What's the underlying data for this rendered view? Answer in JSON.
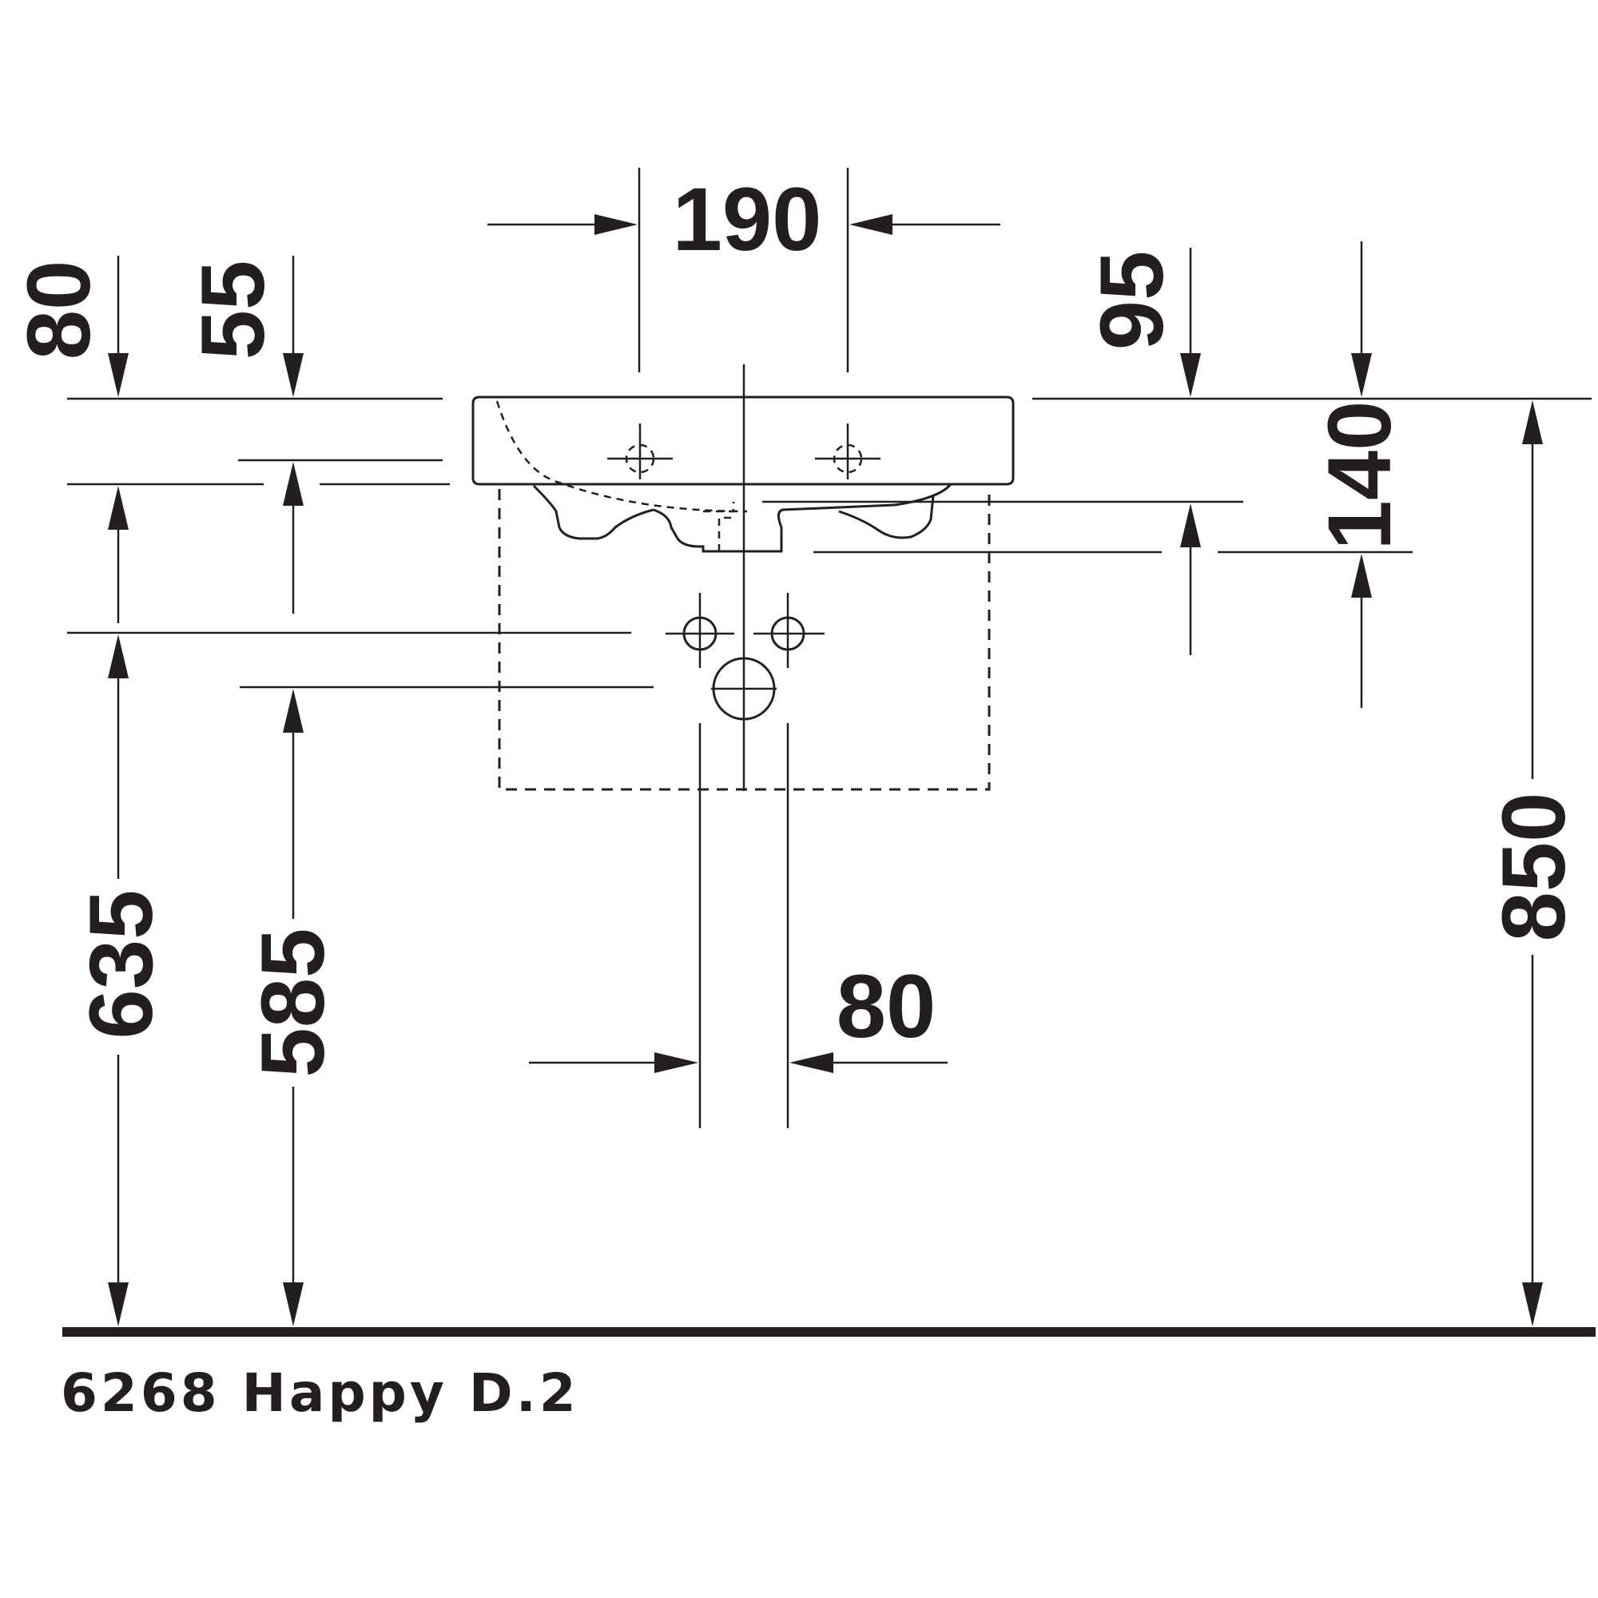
{
  "product": {
    "caption": "6268 Happy D.2"
  },
  "dimensions": {
    "tap_hole_spacing": "190",
    "top_left_offset_outer": "80",
    "top_left_offset_inner": "55",
    "rim_to_outlet_offset": "95",
    "outlet_height": "140",
    "height_635": "635",
    "height_585": "585",
    "rim_height": "850",
    "supply_spacing": "80"
  },
  "colors": {
    "line": "#231f20",
    "background": "#ffffff"
  }
}
